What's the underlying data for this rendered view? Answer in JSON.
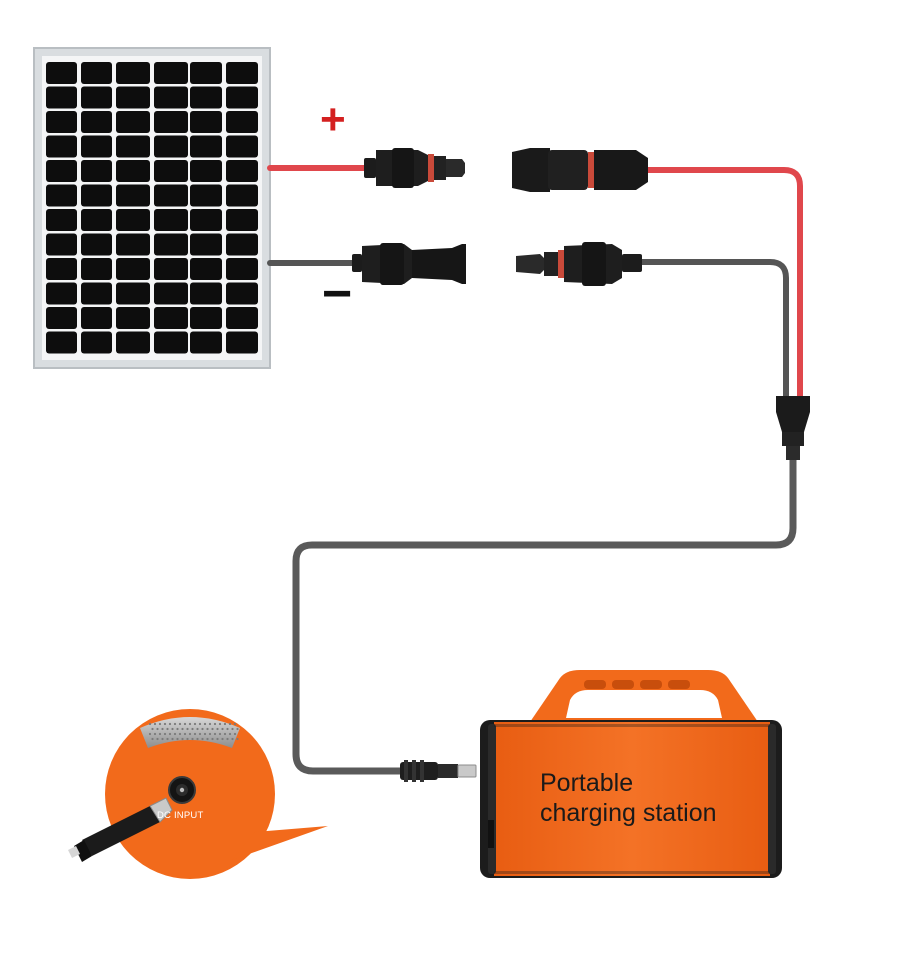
{
  "labels": {
    "positive": "+",
    "negative": "−",
    "station_line1": "Portable",
    "station_line2": "charging station",
    "dc_input": "DC INPUT"
  },
  "colors": {
    "station_orange": "#f26a1b",
    "positive_cable": "#e0474c",
    "negative_cable": "#555555",
    "panel_cell": "#0d0d0d",
    "panel_frame": "#d9dde0"
  },
  "icons": {
    "panel": "solar-panel-icon",
    "connector": "mc4-connector-icon",
    "station": "portable-power-station-icon",
    "plug": "dc-barrel-plug-icon"
  }
}
